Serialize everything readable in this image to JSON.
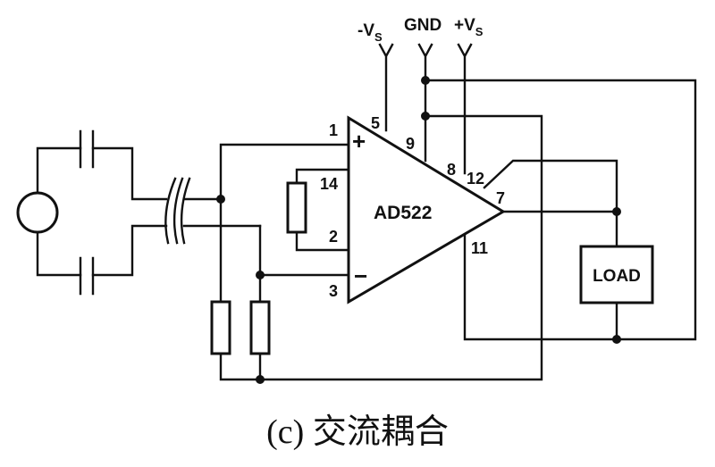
{
  "supplies": {
    "neg": {
      "main": "-V",
      "sub": "S"
    },
    "gnd": "GND",
    "pos": {
      "main": "+V",
      "sub": "S"
    }
  },
  "amplifier": {
    "name": "AD522",
    "plus_symbol": "+",
    "minus_symbol": "−"
  },
  "pins": {
    "p1": "1",
    "p2": "2",
    "p3": "3",
    "p5": "5",
    "p7": "7",
    "p8": "8",
    "p9": "9",
    "p11": "11",
    "p12": "12",
    "p14": "14"
  },
  "load_label": "LOAD",
  "caption": "(c) 交流耦合"
}
